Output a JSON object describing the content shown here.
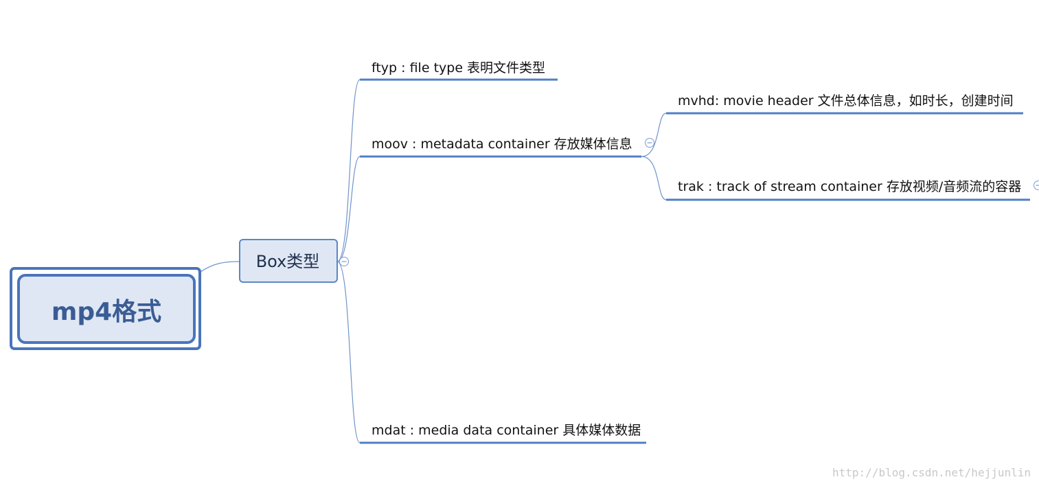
{
  "root": {
    "label": "mp4格式"
  },
  "category": {
    "label": "Box类型"
  },
  "boxes": [
    {
      "id": "ftyp",
      "label": "ftyp : file type 表明文件类型"
    },
    {
      "id": "moov",
      "label": "moov : metadata container 存放媒体信息"
    },
    {
      "id": "mdat",
      "label": "mdat : media data container 具体媒体数据"
    }
  ],
  "moov_children": [
    {
      "id": "mvhd",
      "label": "mvhd: movie header 文件总体信息，如时长，创建时间"
    },
    {
      "id": "trak",
      "label": "trak : track of stream container 存放视频/音频流的容器"
    }
  ],
  "icons": {
    "collapse": "collapse-minus-icon"
  },
  "colors": {
    "root_fill": "#dfe7f4",
    "root_border": "#4a74bb",
    "root_text": "#3a5c94",
    "box_fill": "#dfe7f4",
    "box_border": "#5b86c6",
    "connector": "#6f93c9",
    "underline": "#4f7fc4"
  },
  "watermark": "http://blog.csdn.net/hejjunlin"
}
